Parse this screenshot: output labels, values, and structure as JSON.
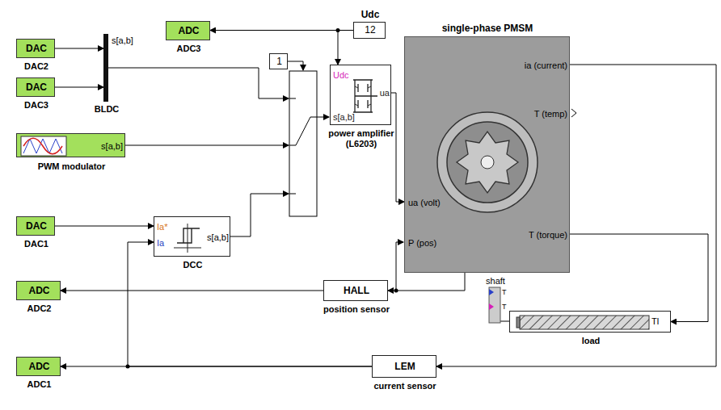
{
  "diagram": {
    "nodes": [
      {
        "text": [
          "DAC",
          "DAC2"
        ]
      },
      {
        "text": [
          "ADC",
          "ADC3"
        ]
      },
      {
        "text": [
          "Udc",
          "12"
        ]
      },
      {
        "text": [
          "DAC",
          "DAC3"
        ]
      },
      {
        "text": [
          "BLDC"
        ]
      },
      {
        "text": [
          "1"
        ]
      },
      {
        "text": [
          "Udc",
          "s[a,b]",
          "ua",
          "power amplifier (L6203)"
        ]
      },
      {
        "text": [
          "single-phase PMSM",
          "ua (volt)",
          "P (pos)",
          "ia (current)",
          "T (temp)",
          "T (torque)",
          "shaft"
        ]
      },
      {
        "text": [
          "s[a,b]",
          "PWM modulator"
        ]
      },
      {
        "text": [
          "DAC",
          "DAC1"
        ]
      },
      {
        "text": [
          "Ia*",
          "Ia",
          "s[a,b]",
          "DCC"
        ]
      },
      {
        "text": [
          "ADC",
          "ADC2"
        ]
      },
      {
        "text": [
          "HALL",
          "position sensor"
        ]
      },
      {
        "text": [
          "load"
        ]
      },
      {
        "text": [
          "LEM",
          "current sensor"
        ]
      },
      {
        "text": [
          "ADC",
          "ADC1"
        ]
      }
    ],
    "edges": [
      {
        "from": 0,
        "to": 4,
        "arrow": "to"
      },
      {
        "from": 3,
        "to": 4,
        "arrow": "to"
      },
      {
        "from": 2,
        "to": 1,
        "arrow": "to"
      },
      {
        "from": 2,
        "to": 6,
        "arrow": "to"
      },
      {
        "from": 6,
        "to": 7,
        "arrow": "to"
      },
      {
        "from": 7,
        "to": 12,
        "arrow": "to"
      },
      {
        "from": 12,
        "to": 11,
        "arrow": "to"
      },
      {
        "from": 7,
        "to": 14,
        "arrow": "to"
      },
      {
        "from": 14,
        "to": 15,
        "arrow": "to"
      },
      {
        "from": 14,
        "to": 10,
        "arrow": "to"
      },
      {
        "from": 9,
        "to": 10,
        "arrow": "to"
      },
      {
        "from": 7,
        "to": 13,
        "arrow": "to"
      }
    ],
    "labels": [
      "s[a,b]",
      "T",
      "T",
      "Tl"
    ]
  }
}
